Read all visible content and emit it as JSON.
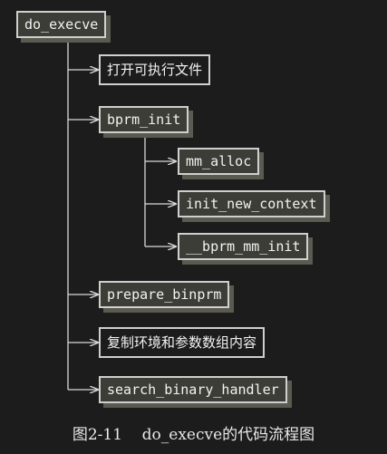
{
  "diagram": {
    "root": {
      "label": "do_execve"
    },
    "steps": [
      {
        "id": "open",
        "label": "打开可执行文件",
        "kind": "step"
      },
      {
        "id": "bprm_init",
        "label": "bprm_init",
        "kind": "func",
        "children": [
          {
            "id": "mm_alloc",
            "label": "mm_alloc"
          },
          {
            "id": "init_new_context",
            "label": "init_new_context"
          },
          {
            "id": "bprm_mm_init",
            "label": "__bprm_mm_init"
          }
        ]
      },
      {
        "id": "prepare_binprm",
        "label": "prepare_binprm",
        "kind": "func"
      },
      {
        "id": "copy",
        "label": "复制环境和参数数组内容",
        "kind": "step"
      },
      {
        "id": "search_binary_handler",
        "label": "search_binary_handler",
        "kind": "func"
      }
    ]
  },
  "caption": {
    "figure_number": "图2-11",
    "text": "do_execve的代码流程图"
  },
  "colors": {
    "background": "#1c1c1c",
    "node_fill": "#3d3d37",
    "node_shadow": "#5a5a50",
    "line": "#d8d8d8",
    "text": "#f2f2f2"
  }
}
